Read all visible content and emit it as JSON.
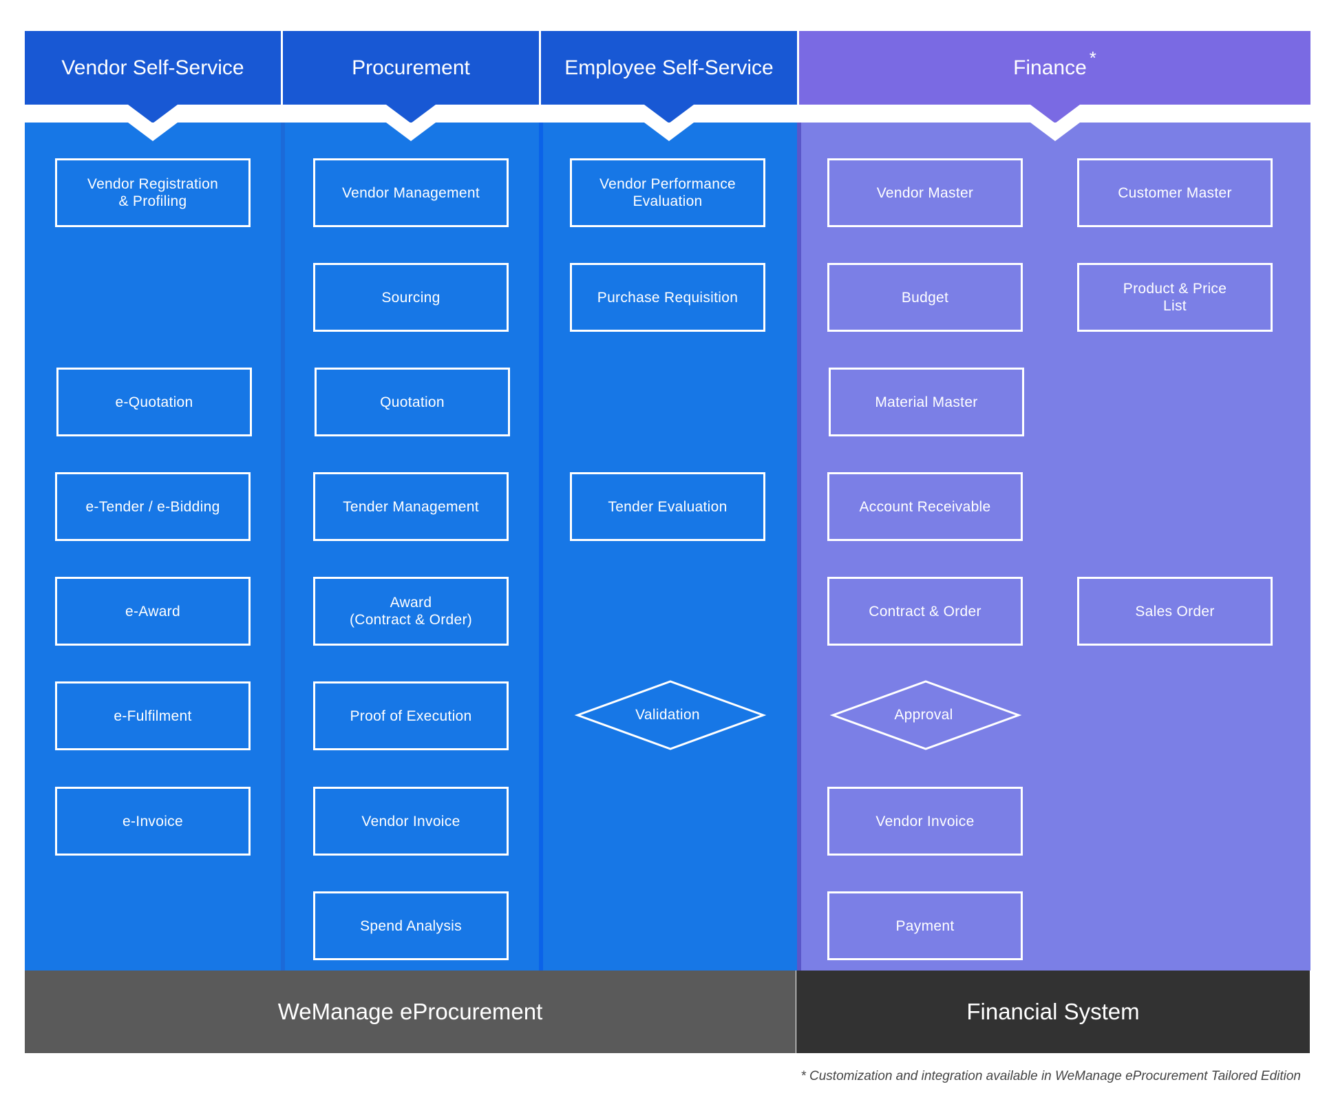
{
  "colors": {
    "header_blue": "#1858d4",
    "column_blue": "#1777e6",
    "header_purple": "#7a6ae3",
    "column_purple": "#7b7fe6",
    "footer_dark_gray": "#5a5a5a",
    "footer_black": "#323232",
    "border_white": "#ffffff"
  },
  "headers": {
    "vendor_self_service": "Vendor Self-Service",
    "procurement": "Procurement",
    "employee_self_service": "Employee Self-Service",
    "finance": "Finance",
    "finance_asterisk": "*"
  },
  "vendor_col": {
    "registration": "Vendor Registration\n& Profiling",
    "e_quotation": "e-Quotation",
    "e_tender": "e-Tender / e-Bidding",
    "e_award": "e-Award",
    "e_fulfilment": "e-Fulfilment",
    "e_invoice": "e-Invoice"
  },
  "procurement_col": {
    "vendor_management": "Vendor Management",
    "sourcing": "Sourcing",
    "quotation": "Quotation",
    "tender_management": "Tender Management",
    "award": "Award\n(Contract & Order)",
    "proof_of_execution": "Proof of Execution",
    "vendor_invoice": "Vendor Invoice",
    "spend_analysis": "Spend Analysis"
  },
  "employee_col": {
    "performance_evaluation": "Vendor Performance\nEvaluation",
    "purchase_requisition": "Purchase Requisition",
    "tender_evaluation": "Tender Evaluation",
    "validation": "Validation"
  },
  "finance_col": {
    "vendor_master": "Vendor Master",
    "customer_master": "Customer Master",
    "budget": "Budget",
    "product_price_list": "Product & Price\nList",
    "material_master": "Material Master",
    "account_receivable": "Account Receivable",
    "contract_order": "Contract & Order",
    "sales_order": "Sales Order",
    "approval": "Approval",
    "vendor_invoice": "Vendor Invoice",
    "payment": "Payment"
  },
  "footers": {
    "eprocurement": "WeManage eProcurement",
    "financial_system": "Financial System"
  },
  "footnote": "* Customization and integration available in WeManage eProcurement Tailored Edition"
}
